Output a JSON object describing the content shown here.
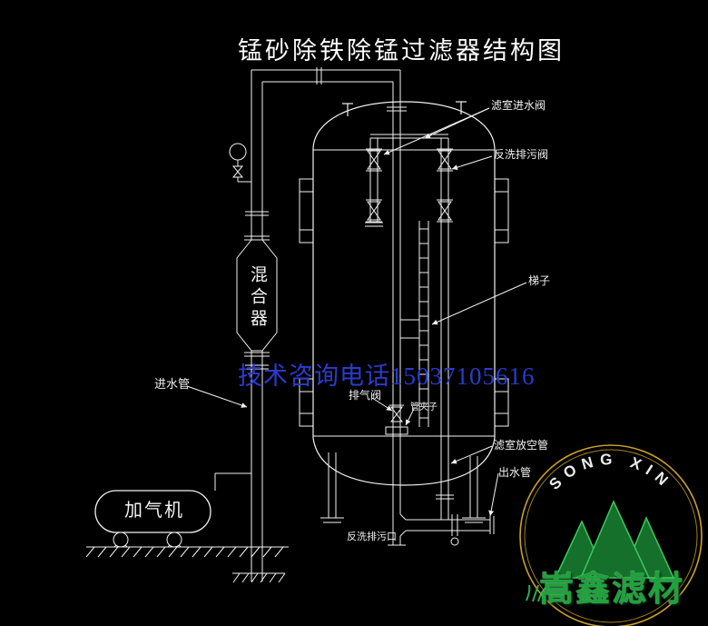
{
  "title": "锰砂除铁除锰过滤器结构图",
  "watermark": "技术咨询电话15037105616",
  "diagram_labels": {
    "filter_inlet_valve": "滤室进水阀",
    "backwash_drain_valve": "反洗排污阀",
    "ladder": "梯子",
    "mixer": "混合器",
    "inlet_pipe": "进水管",
    "exhaust_valve": "排气阀",
    "pipe_clamp": "管夹子",
    "filter_vent_pipe": "滤室放空管",
    "outlet_pipe": "出水管",
    "backwash_drain_outlet": "反洗排污口",
    "aerator": "加气机"
  },
  "logo": {
    "arc_text": "SONG XIN",
    "brand_name": "嵩鑫滤材",
    "ring_color": "#c9a227",
    "mountain_color": "#15702b",
    "brand_color": "#1fa23c"
  },
  "colors": {
    "background": "#000000",
    "line": "#f2f2f2",
    "watermark_blue": "#2a3ccc"
  }
}
